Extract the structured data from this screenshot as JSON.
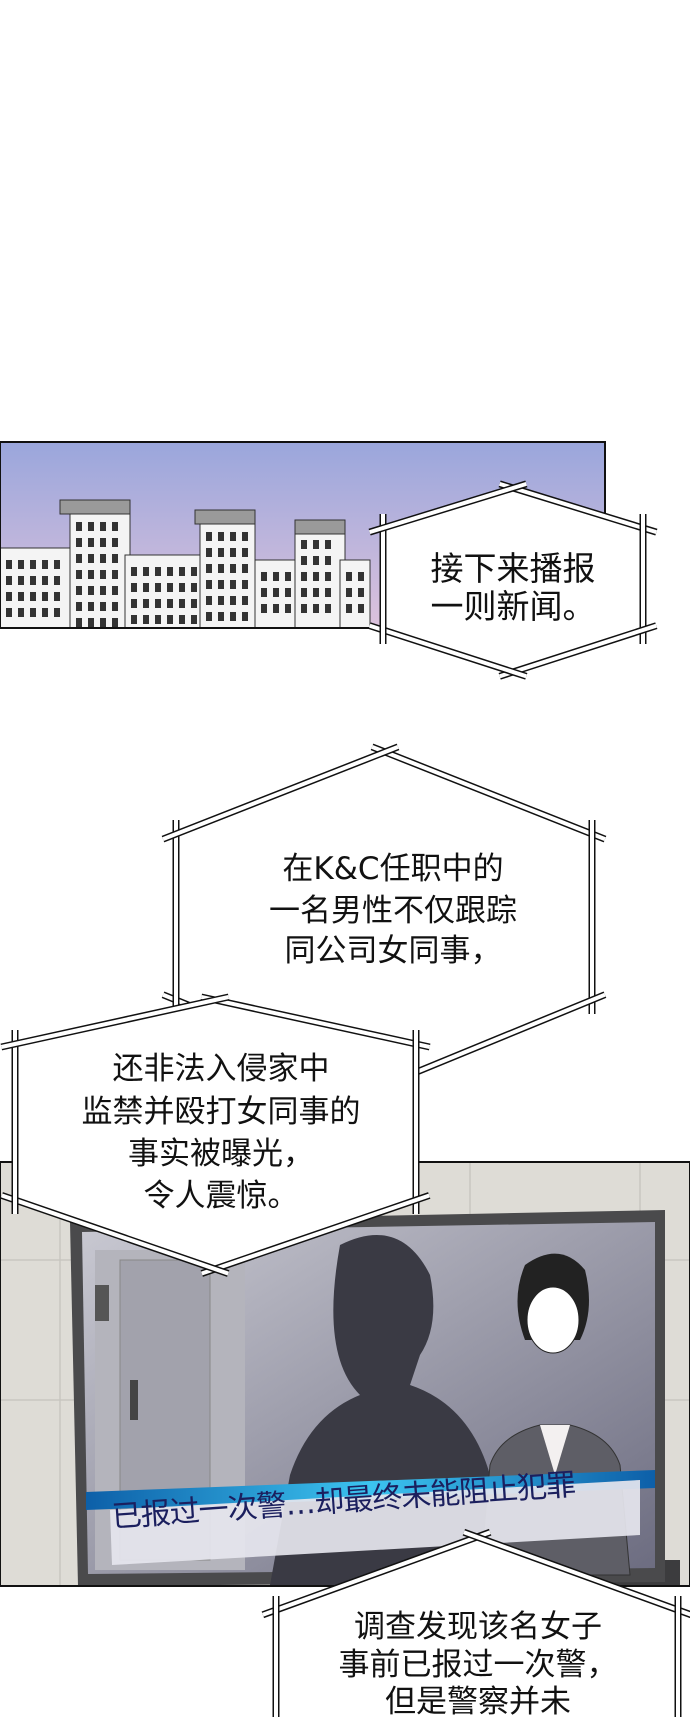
{
  "bubbles": [
    {
      "lines": [
        "接下来播报",
        "一则新闻。"
      ]
    },
    {
      "lines": [
        "在K&C任职中的",
        "一名男性不仅跟踪",
        "同公司女同事，"
      ]
    },
    {
      "lines": [
        "还非法入侵家中",
        "监禁并殴打女同事的",
        "事实被曝光，",
        "令人震惊。"
      ]
    },
    {
      "lines": [
        "调查发现该名女子",
        "事前已报过一次警，",
        "但是警察并未"
      ]
    }
  ],
  "tv": {
    "ticker": "已报过一次警…却最终未能阻止犯罪"
  },
  "colors": {
    "sky_top": "#9aa6dc",
    "sky_bottom": "#d9c0dc",
    "wall": "#dcdad4",
    "tv_frame": "#4a4a4c",
    "ticker_blue": "#2aa8e0",
    "ticker_text": "#1b1f5e"
  }
}
